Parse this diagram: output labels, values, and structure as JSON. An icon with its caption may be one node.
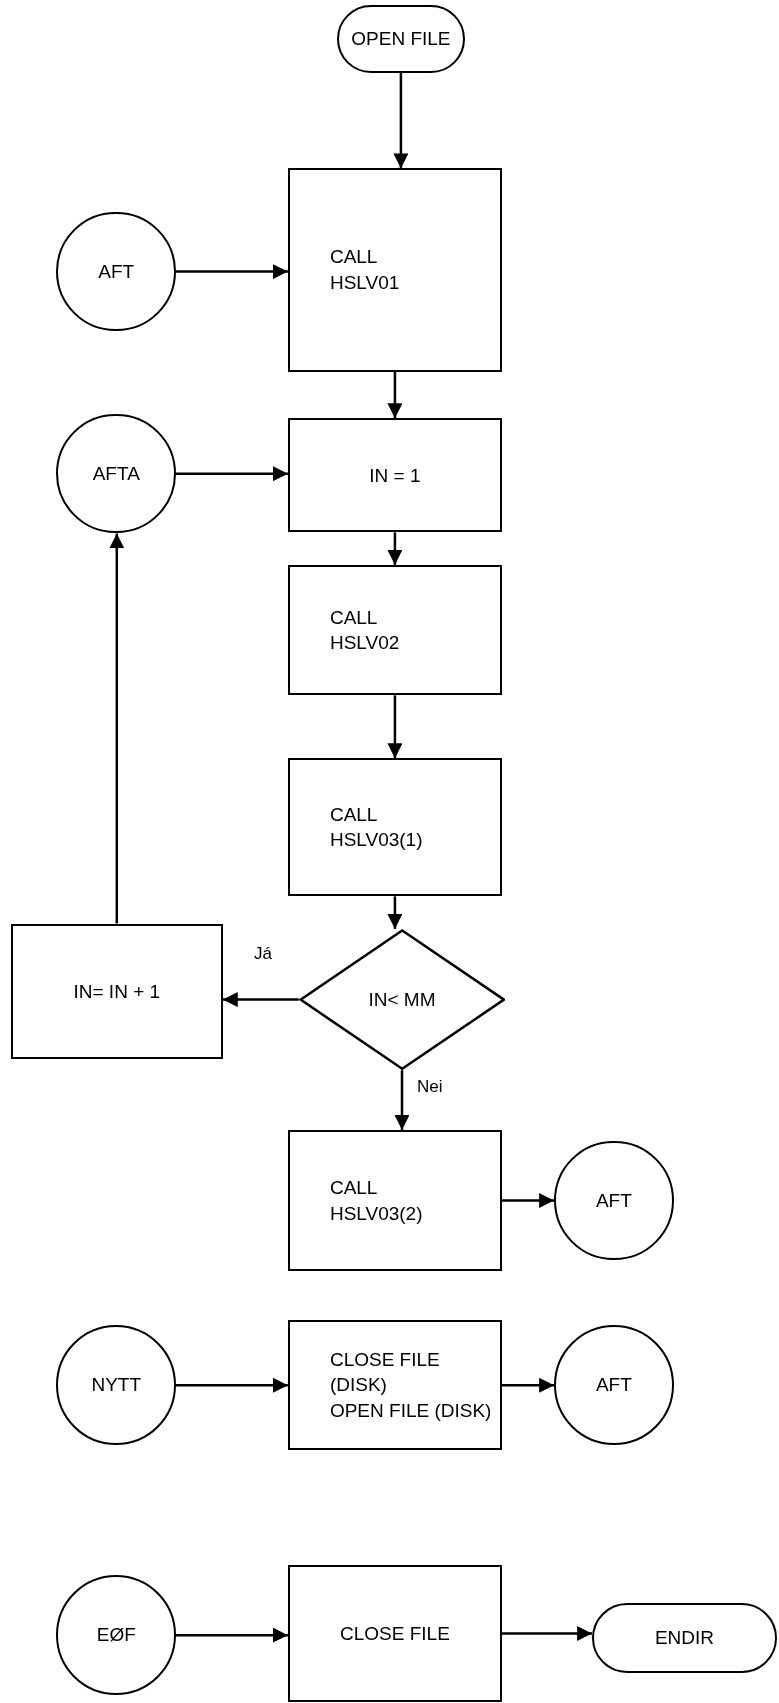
{
  "diagram": {
    "nodes": [
      {
        "text": [
          "OPEN FILE"
        ]
      },
      {
        "text": [
          "AFT"
        ]
      },
      {
        "text": [
          "CALL HSLV01"
        ]
      },
      {
        "text": [
          "AFTA"
        ]
      },
      {
        "text": [
          "IN = 1"
        ]
      },
      {
        "text": [
          "CALL HSLV02"
        ]
      },
      {
        "text": [
          "CALL HSLV03(1)"
        ]
      },
      {
        "text": [
          "IN< MM"
        ]
      },
      {
        "text": [
          "IN= IN + 1"
        ]
      },
      {
        "text": [
          "CALL HSLV03(2)"
        ]
      },
      {
        "text": [
          "AFT"
        ]
      },
      {
        "text": [
          "NYTT"
        ]
      },
      {
        "text": [
          "CLOSE FILE (DISK)",
          "OPEN FILE (DISK)"
        ]
      },
      {
        "text": [
          "AFT"
        ]
      },
      {
        "text": [
          "EØF"
        ]
      },
      {
        "text": [
          "CLOSE FILE"
        ]
      },
      {
        "text": [
          "ENDIR"
        ]
      }
    ],
    "edges": [
      {
        "from": 0,
        "to": 2,
        "arrow": "to"
      },
      {
        "from": 1,
        "to": 2,
        "arrow": "to"
      },
      {
        "from": 2,
        "to": 4,
        "arrow": "to"
      },
      {
        "from": 3,
        "to": 4,
        "arrow": "to"
      },
      {
        "from": 4,
        "to": 5,
        "arrow": "to"
      },
      {
        "from": 5,
        "to": 6,
        "arrow": "to"
      },
      {
        "from": 6,
        "to": 7,
        "arrow": "to"
      },
      {
        "from": 7,
        "to": 8,
        "arrow": "to",
        "label": "Já"
      },
      {
        "from": 8,
        "to": 3,
        "arrow": "to"
      },
      {
        "from": 7,
        "to": 9,
        "arrow": "to",
        "label": "Nei"
      },
      {
        "from": 9,
        "to": 10,
        "arrow": "to"
      },
      {
        "from": 11,
        "to": 12,
        "arrow": "to"
      },
      {
        "from": 12,
        "to": 13,
        "arrow": "to"
      },
      {
        "from": 14,
        "to": 15,
        "arrow": "to"
      },
      {
        "from": 15,
        "to": 16,
        "arrow": "to"
      }
    ]
  }
}
